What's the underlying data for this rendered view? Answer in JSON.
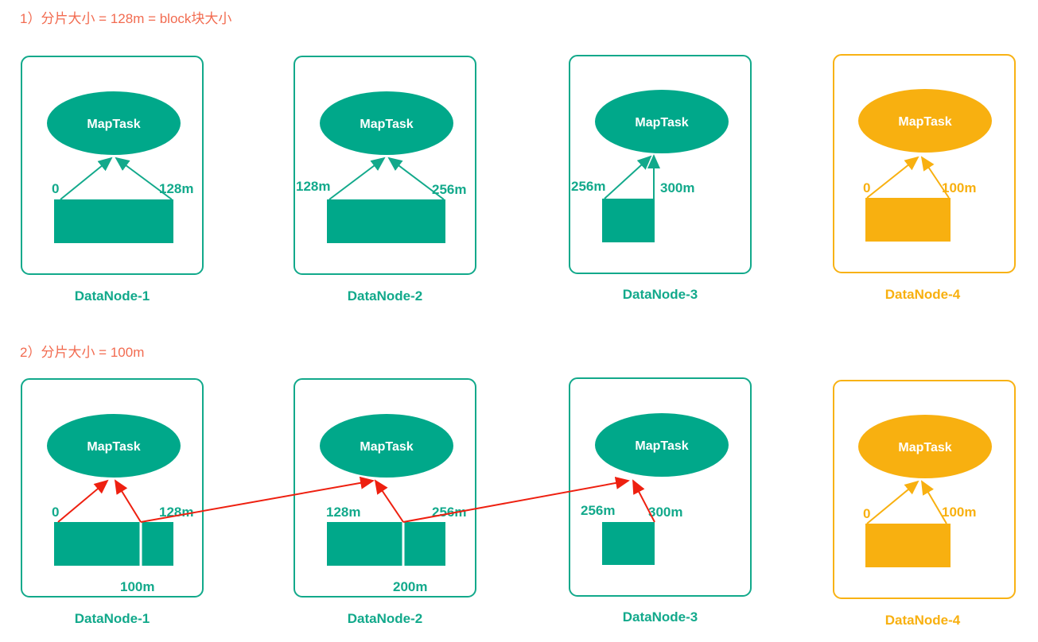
{
  "section1": {
    "title": "1）分片大小 = 128m = block块大小",
    "nodes": [
      {
        "name": "DataNode-1",
        "task": "MapTask",
        "start": "0",
        "end": "128m"
      },
      {
        "name": "DataNode-2",
        "task": "MapTask",
        "start": "128m",
        "end": "256m"
      },
      {
        "name": "DataNode-3",
        "task": "MapTask",
        "start": "256m",
        "end": "300m"
      },
      {
        "name": "DataNode-4",
        "task": "MapTask",
        "start": "0",
        "end": "100m"
      }
    ]
  },
  "section2": {
    "title": "2）分片大小 = 100m",
    "nodes": [
      {
        "name": "DataNode-1",
        "task": "MapTask",
        "start": "0",
        "end": "128m",
        "split": "100m"
      },
      {
        "name": "DataNode-2",
        "task": "MapTask",
        "start": "128m",
        "end": "256m",
        "split": "200m"
      },
      {
        "name": "DataNode-3",
        "task": "MapTask",
        "start": "256m",
        "end": "300m"
      },
      {
        "name": "DataNode-4",
        "task": "MapTask",
        "start": "0",
        "end": "100m"
      }
    ]
  },
  "colors": {
    "green": "#00a88a",
    "orange": "#f8b010",
    "red": "#ee2010",
    "title": "#f26b50"
  }
}
